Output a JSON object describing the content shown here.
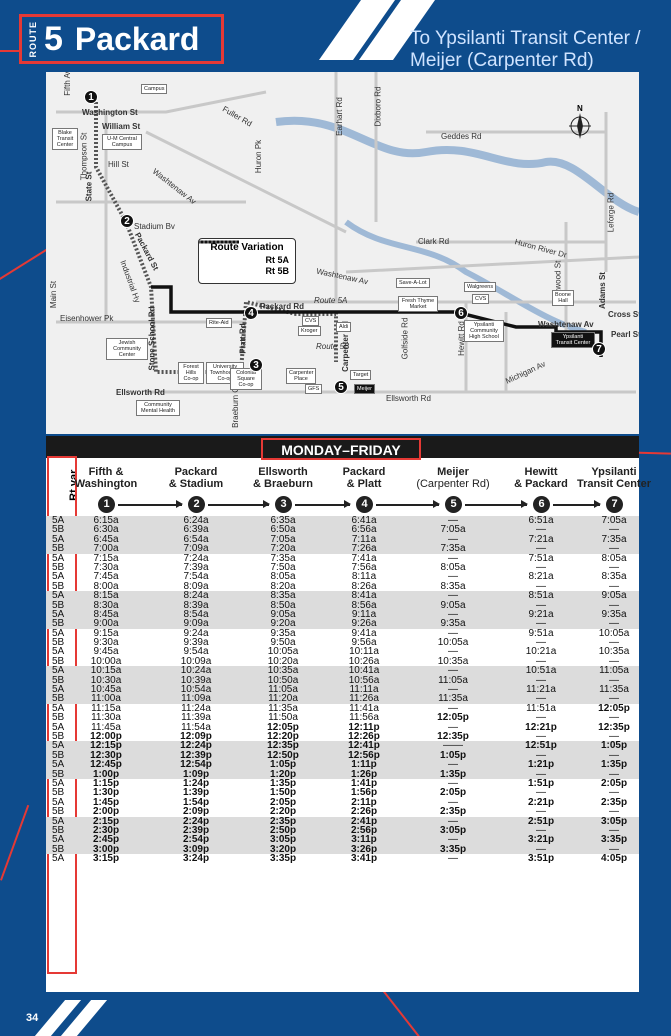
{
  "header": {
    "route_word": "ROUTE",
    "route_number": "5",
    "route_name": "Packard",
    "destination_line1": "To Ypsilanti Transit Center /",
    "destination_line2": "Meijer (Carpenter Rd)"
  },
  "map": {
    "legend_title": "Route Variation",
    "legend_5a": "Rt 5A",
    "legend_5b": "Rt 5B",
    "north": "N",
    "streets": [
      "Fifth Av",
      "Washington St",
      "William St",
      "Thompson St",
      "State St",
      "Hill St",
      "Stadium Bv",
      "Packard St",
      "Industrial Hy",
      "Main St",
      "Eisenhower Pk",
      "Stone School Rd",
      "Ellsworth Rd",
      "Braeburn Ci",
      "Platt Rd",
      "Packard Rd",
      "Route 5A",
      "Route 5B",
      "Carpenter Rd",
      "Golfside Rd",
      "Hewitt Rd",
      "Ellsworth Rd",
      "Washtenaw Av",
      "Washtenaw Av",
      "Fuller Rd",
      "Huron Pk",
      "Earhart Rd",
      "Dixboro Rd",
      "Geddes Rd",
      "Clark Rd",
      "Huron River Dr",
      "Leforge Rd",
      "Oakwood St",
      "Adams St",
      "Cross St",
      "Pearl St",
      "Washtenaw Av",
      "Michigan Av"
    ],
    "places": [
      "Campus",
      "Blake Transit Center",
      "U-M Central Campus",
      "Rite-Aid",
      "CVS",
      "Kroger",
      "Aldi",
      "Jewish Community Center",
      "Forest Hills Co-op",
      "University Townhouses Co-op",
      "Colonial Square Co-op",
      "Carpenter Place",
      "GFS",
      "Target",
      "Meijer",
      "Community Mental Health",
      "Save-A-Lot",
      "Walgreens",
      "CVS",
      "Fresh Thyme Market",
      "Ypsilanti Community High School",
      "Boone Hall",
      "Ypsilanti Transit Center"
    ]
  },
  "table": {
    "title": "MONDAY–FRIDAY",
    "rt_var_label": "Rt var.",
    "columns": [
      {
        "l1": "Fifth &",
        "l2": "Washington",
        "stop": "1"
      },
      {
        "l1": "Packard",
        "l2": "& Stadium",
        "stop": "2"
      },
      {
        "l1": "Ellsworth",
        "l2": "& Braeburn",
        "stop": "3"
      },
      {
        "l1": "Packard",
        "l2": "& Platt",
        "stop": "4"
      },
      {
        "l1": "Meijer",
        "l2": "(Carpenter Rd)",
        "stop": "5"
      },
      {
        "l1": "Hewitt",
        "l2": "& Packard",
        "stop": "6"
      },
      {
        "l1": "Ypsilanti",
        "l2": "Transit Center",
        "stop": "7"
      }
    ],
    "rows": [
      [
        "5A",
        "6:15a",
        "6:24a",
        "6:35a",
        "6:41a",
        "—",
        "6:51a",
        "7:05a"
      ],
      [
        "5B",
        "6:30a",
        "6:39a",
        "6:50a",
        "6:56a",
        "7:05a",
        "—",
        "—"
      ],
      [
        "5A",
        "6:45a",
        "6:54a",
        "7:05a",
        "7:11a",
        "—",
        "7:21a",
        "7:35a"
      ],
      [
        "5B",
        "7:00a",
        "7:09a",
        "7:20a",
        "7:26a",
        "7:35a",
        "—",
        "—"
      ],
      [
        "5A",
        "7:15a",
        "7:24a",
        "7:35a",
        "7:41a",
        "—",
        "7:51a",
        "8:05a"
      ],
      [
        "5B",
        "7:30a",
        "7:39a",
        "7:50a",
        "7:56a",
        "8:05a",
        "—",
        "—"
      ],
      [
        "5A",
        "7:45a",
        "7:54a",
        "8:05a",
        "8:11a",
        "—",
        "8:21a",
        "8:35a"
      ],
      [
        "5B",
        "8:00a",
        "8:09a",
        "8:20a",
        "8:26a",
        "8:35a",
        "—",
        "—"
      ],
      [
        "5A",
        "8:15a",
        "8:24a",
        "8:35a",
        "8:41a",
        "—",
        "8:51a",
        "9:05a"
      ],
      [
        "5B",
        "8:30a",
        "8:39a",
        "8:50a",
        "8:56a",
        "9:05a",
        "—",
        "—"
      ],
      [
        "5A",
        "8:45a",
        "8:54a",
        "9:05a",
        "9:11a",
        "—",
        "9:21a",
        "9:35a"
      ],
      [
        "5B",
        "9:00a",
        "9:09a",
        "9:20a",
        "9:26a",
        "9:35a",
        "—",
        "—"
      ],
      [
        "5A",
        "9:15a",
        "9:24a",
        "9:35a",
        "9:41a",
        "—",
        "9:51a",
        "10:05a"
      ],
      [
        "5B",
        "9:30a",
        "9:39a",
        "9:50a",
        "9:56a",
        "10:05a",
        "—",
        "—"
      ],
      [
        "5A",
        "9:45a",
        "9:54a",
        "10:05a",
        "10:11a",
        "—",
        "10:21a",
        "10:35a"
      ],
      [
        "5B",
        "10:00a",
        "10:09a",
        "10:20a",
        "10:26a",
        "10:35a",
        "—",
        "—"
      ],
      [
        "5A",
        "10:15a",
        "10:24a",
        "10:35a",
        "10:41a",
        "—",
        "10:51a",
        "11:05a"
      ],
      [
        "5B",
        "10:30a",
        "10:39a",
        "10:50a",
        "10:56a",
        "11:05a",
        "—",
        "—"
      ],
      [
        "5A",
        "10:45a",
        "10:54a",
        "11:05a",
        "11:11a",
        "—",
        "11:21a",
        "11:35a"
      ],
      [
        "5B",
        "11:00a",
        "11:09a",
        "11:20a",
        "11:26a",
        "11:35a",
        "—",
        "—"
      ],
      [
        "5A",
        "11:15a",
        "11:24a",
        "11:35a",
        "11:41a",
        "—",
        "11:51a",
        "12:05p"
      ],
      [
        "5B",
        "11:30a",
        "11:39a",
        "11:50a",
        "11:56a",
        "12:05p",
        "—",
        "—"
      ],
      [
        "5A",
        "11:45a",
        "11:54a",
        "12:05p",
        "12:11p",
        "—",
        "12:21p",
        "12:35p"
      ],
      [
        "5B",
        "12:00p",
        "12:09p",
        "12:20p",
        "12:26p",
        "12:35p",
        "—",
        "—"
      ],
      [
        "5A",
        "12:15p",
        "12:24p",
        "12:35p",
        "12:41p",
        "——",
        "12:51p",
        "1:05p"
      ],
      [
        "5B",
        "12:30p",
        "12:39p",
        "12:50p",
        "12:56p",
        "1:05p",
        "—",
        "—"
      ],
      [
        "5A",
        "12:45p",
        "12:54p",
        "1:05p",
        "1:11p",
        "—",
        "1:21p",
        "1:35p"
      ],
      [
        "5B",
        "1:00p",
        "1:09p",
        "1:20p",
        "1:26p",
        "1:35p",
        "—",
        "—"
      ],
      [
        "5A",
        "1:15p",
        "1:24p",
        "1:35p",
        "1:41p",
        "—",
        "1:51p",
        "2:05p"
      ],
      [
        "5B",
        "1:30p",
        "1:39p",
        "1:50p",
        "1:56p",
        "2:05p",
        "—",
        "—"
      ],
      [
        "5A",
        "1:45p",
        "1:54p",
        "2:05p",
        "2:11p",
        "—",
        "2:21p",
        "2:35p"
      ],
      [
        "5B",
        "2:00p",
        "2:09p",
        "2:20p",
        "2:26p",
        "2:35p",
        "—",
        "—"
      ],
      [
        "5A",
        "2:15p",
        "2:24p",
        "2:35p",
        "2:41p",
        "—",
        "2:51p",
        "3:05p"
      ],
      [
        "5B",
        "2:30p",
        "2:39p",
        "2:50p",
        "2:56p",
        "3:05p",
        "—",
        "—"
      ],
      [
        "5A",
        "2:45p",
        "2:54p",
        "3:05p",
        "3:11p",
        "—",
        "3:21p",
        "3:35p"
      ],
      [
        "5B",
        "3:00p",
        "3:09p",
        "3:20p",
        "3:26p",
        "3:35p",
        "—",
        "—"
      ],
      [
        "5A",
        "3:15p",
        "3:24p",
        "3:35p",
        "3:41p",
        "—",
        "3:51p",
        "4:05p"
      ]
    ]
  },
  "footer": {
    "page_number": "34"
  }
}
